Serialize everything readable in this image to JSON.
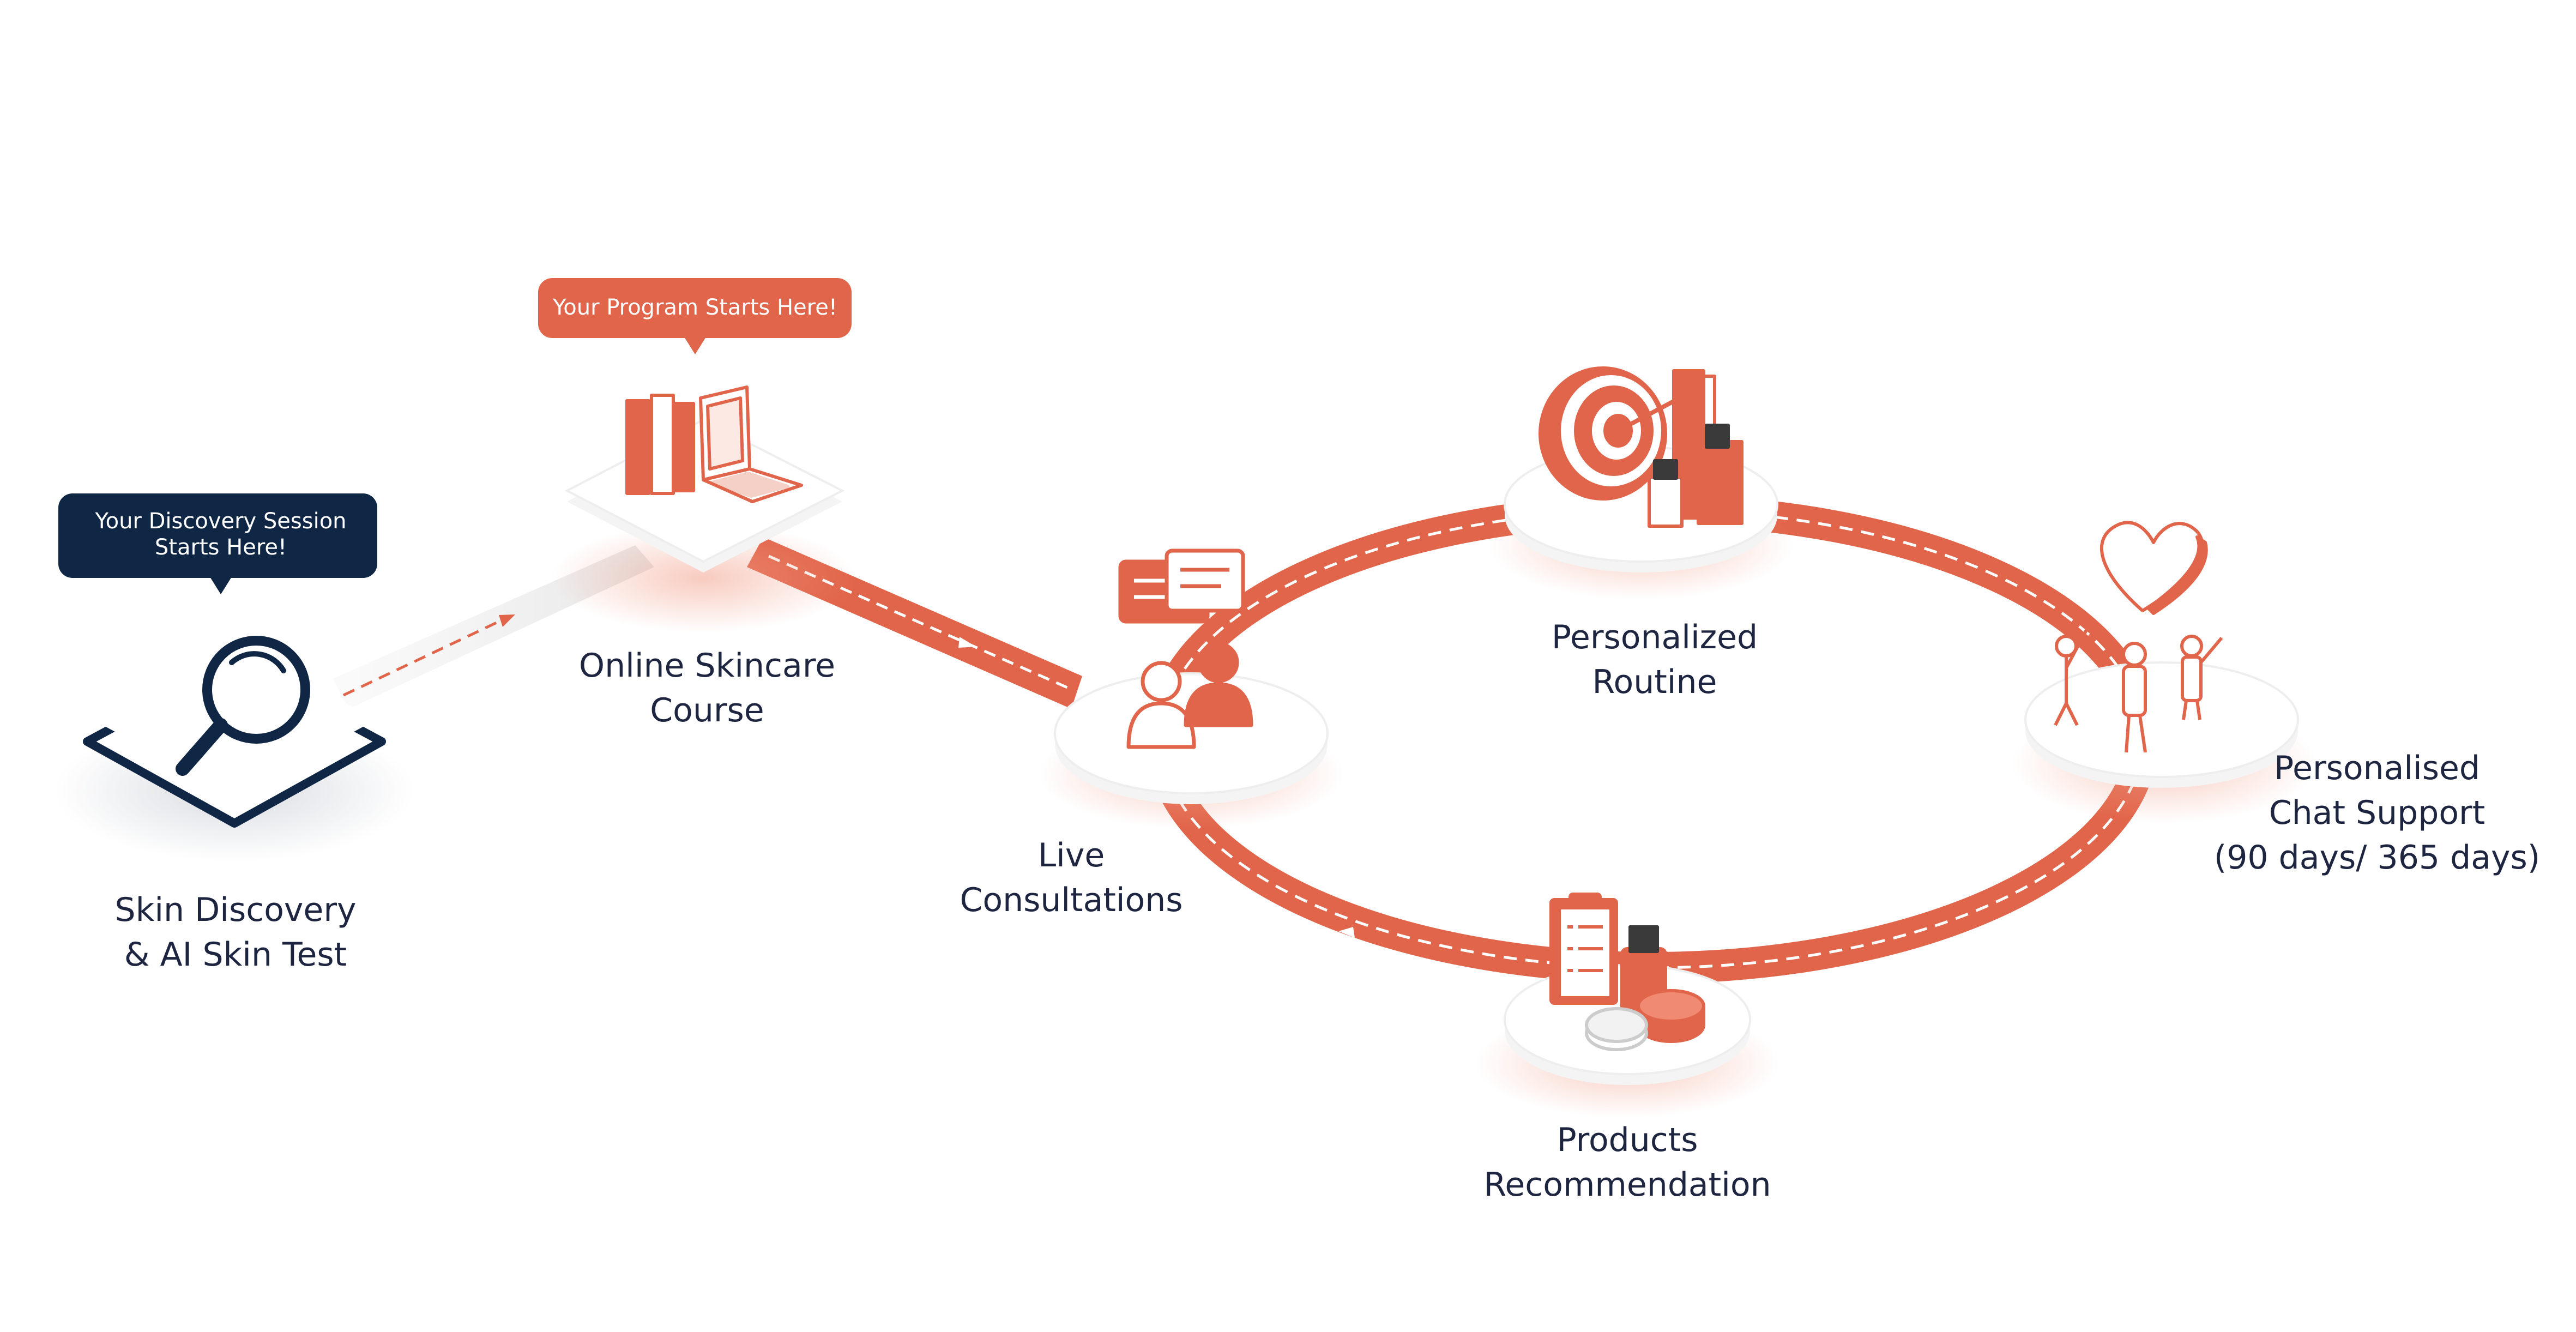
{
  "colors": {
    "accent": "#e1654a",
    "navy": "#0f2645",
    "text": "#1d2540",
    "track_light": "#ebebeb"
  },
  "bubbles": {
    "discovery": {
      "line1": "Your Discovery Session",
      "line2": "Starts Here!"
    },
    "program": {
      "line1": "Your Program Starts Here!"
    }
  },
  "steps": {
    "discovery": {
      "line1": "Skin Discovery",
      "line2": "& AI Skin Test",
      "icon": "magnifier-icon"
    },
    "course": {
      "line1": "Online Skincare",
      "line2": "Course",
      "icon": "laptop-books-icon"
    },
    "consult": {
      "line1": "Live",
      "line2": "Consultations",
      "icon": "chat-people-icon"
    },
    "routine": {
      "line1": "Personalized",
      "line2": "Routine",
      "icon": "target-products-icon"
    },
    "chat": {
      "line1": "Personalised",
      "line2": "Chat Support",
      "line3": "(90 days/ 365 days)",
      "icon": "heart-people-icon"
    },
    "products": {
      "line1": "Products",
      "line2": "Recommendation",
      "icon": "clipboard-products-icon"
    }
  }
}
